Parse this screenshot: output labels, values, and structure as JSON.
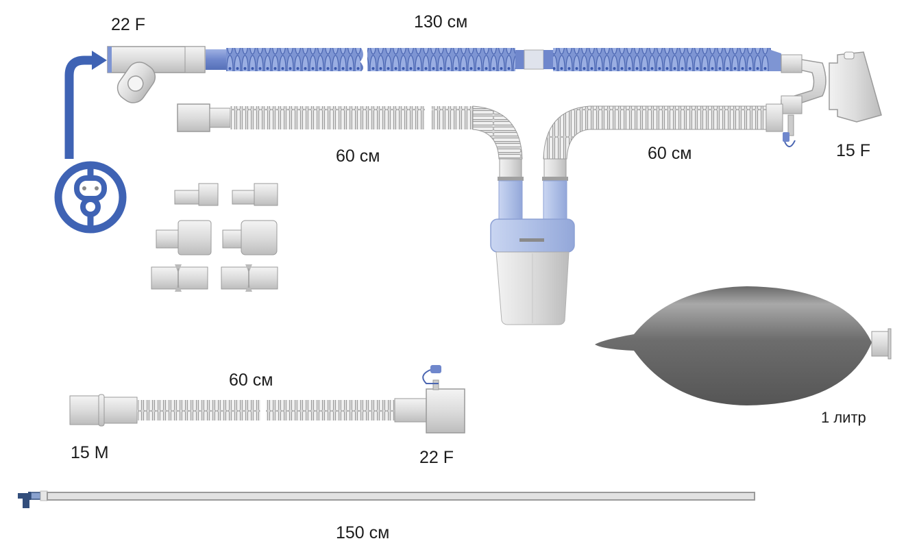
{
  "diagram": {
    "title": "Breathing circuit kit components",
    "colors": {
      "accent_blue": "#3f63b4",
      "tube_blue": "#7d93d1",
      "light_blue": "#aebfe6",
      "tube_grey": "#d6d6d6",
      "outline_grey": "#8f8f8f",
      "bag_dark": "#595959",
      "text": "#1c1c1c"
    },
    "labels": {
      "inspiratory_connector": "22 F",
      "inspiratory_limb_length": "130 см",
      "expiratory_limb_left_length": "60 см",
      "expiratory_limb_right_length": "60 см",
      "patient_connector": "15 F",
      "extension_limb_length": "60 см",
      "extension_male_end": "15 M",
      "extension_female_end": "22 F",
      "bag_volume": "1 литр",
      "sampling_line_length": "150 см"
    },
    "components": [
      {
        "id": "inspiratory-limb",
        "name": "Inspiratory limb (blue corrugated)",
        "length": "130 см"
      },
      {
        "id": "expiratory-limb",
        "name": "Expiratory limb (grey corrugated)",
        "length": "60 см + 60 см"
      },
      {
        "id": "water-trap",
        "name": "Water trap / filter"
      },
      {
        "id": "y-piece",
        "name": "Y-piece patient connector",
        "connector": "15 F"
      },
      {
        "id": "adapters",
        "name": "Adapter set",
        "count": 6
      },
      {
        "id": "extension-limb",
        "name": "Extension limb",
        "length": "60 см"
      },
      {
        "id": "reservoir-bag",
        "name": "Reservoir bag",
        "volume": "1 литр"
      },
      {
        "id": "sampling-line",
        "name": "Gas sampling line",
        "length": "150 см"
      }
    ],
    "icons": [
      "flow-arrow-icon",
      "anesthesia-symbol-icon"
    ]
  }
}
